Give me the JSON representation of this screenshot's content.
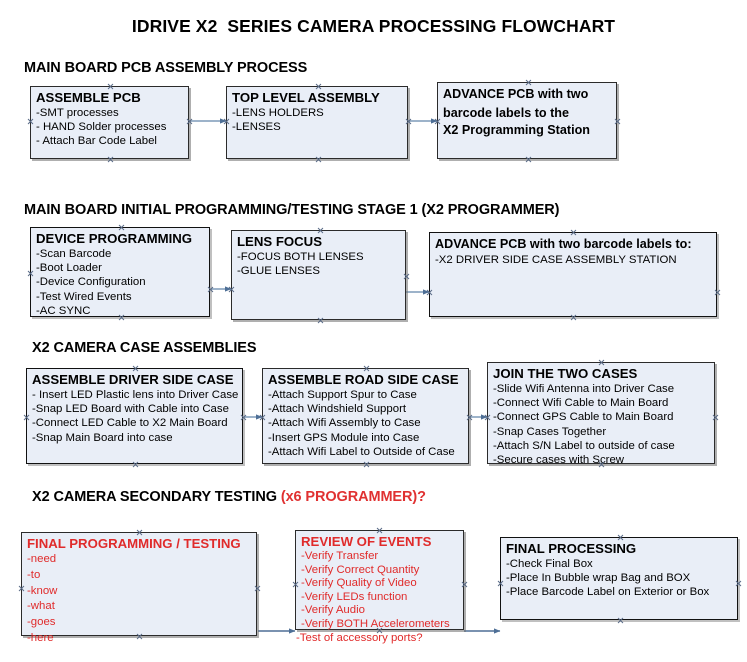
{
  "document": {
    "title": "IDRIVE X2  SERIES CAMERA PROCESSING FLOWCHART"
  },
  "colors": {
    "box_fill": "#e9eef7",
    "box_border": "#2b2b2b",
    "connector": "#6f8aa8",
    "text": "#000000",
    "accent_red": "#e02b2b"
  },
  "sections": [
    {
      "id": "main-board-pcb-assembly",
      "heading": "MAIN BOARD PCB ASSEMBLY PROCESS",
      "heading_accent": "",
      "nodes": [
        {
          "id": "assemble-pcb",
          "title": "ASSEMBLE PCB",
          "lines": [
            "-SMT processes",
            "- HAND Solder processes",
            "- Attach Bar Code Label"
          ]
        },
        {
          "id": "top-level-assembly",
          "title": "TOP LEVEL ASSEMBLY",
          "lines": [
            "-LENS HOLDERS",
            "-LENSES"
          ]
        },
        {
          "id": "advance-pcb-programming-station",
          "title": "ADVANCE PCB with two",
          "lines": [
            "barcode labels to the",
            " X2 Programming Station"
          ]
        }
      ]
    },
    {
      "id": "main-board-initial-programming",
      "heading": "MAIN BOARD INITIAL PROGRAMMING/TESTING STAGE 1 (X2 PROGRAMMER)",
      "heading_accent": "",
      "nodes": [
        {
          "id": "device-programming",
          "title": "DEVICE PROGRAMMING",
          "lines": [
            "-Scan Barcode",
            "-Boot Loader",
            "-Device Configuration",
            "-Test Wired Events",
            "-AC SYNC"
          ]
        },
        {
          "id": "lens-focus",
          "title": "LENS FOCUS",
          "lines": [
            "-FOCUS BOTH LENSES",
            "-GLUE LENSES"
          ]
        },
        {
          "id": "advance-pcb-driver-side-case",
          "title": "ADVANCE PCB with two barcode labels to:",
          "lines": [
            "-X2 DRIVER  SIDE  CASE  ASSEMBLY STATION"
          ]
        }
      ]
    },
    {
      "id": "x2-camera-case-assemblies",
      "heading": "X2 CAMERA CASE ASSEMBLIES",
      "heading_accent": "",
      "nodes": [
        {
          "id": "assemble-driver-side-case",
          "title": "ASSEMBLE DRIVER SIDE CASE",
          "lines": [
            "- Insert LED Plastic lens into Driver Case",
            "-Snap LED Board with Cable into Case",
            "-Connect LED Cable to X2 Main Board",
            "-Snap Main Board into case"
          ]
        },
        {
          "id": "assemble-road-side-case",
          "title": "ASSEMBLE ROAD SIDE CASE",
          "lines": [
            "-Attach Support Spur to Case",
            "-Attach Windshield Support",
            "-Attach Wifi Assembly to Case",
            "-Insert GPS Module into Case",
            "-Attach Wifi Label to Outside of Case"
          ]
        },
        {
          "id": "join-the-two-cases",
          "title": "JOIN THE TWO CASES",
          "lines": [
            "-Slide Wifi Antenna into Driver Case",
            "-Connect Wifi Cable to Main Board",
            "-Connect GPS Cable to Main Board",
            "-Snap Cases Together",
            "-Attach S/N Label to outside of case",
            "-Secure cases with Screw"
          ]
        }
      ]
    },
    {
      "id": "x2-camera-secondary-testing",
      "heading": "X2 CAMERA SECONDARY TESTING ",
      "heading_accent": "(x6 PROGRAMMER)?",
      "nodes": [
        {
          "id": "final-programming-testing",
          "title": "FINAL PROGRAMMING / TESTING",
          "lines": [
            "-need",
            "-to",
            "-know",
            "-what",
            "-goes",
            "-here"
          ]
        },
        {
          "id": "review-of-events",
          "title": "REVIEW OF EVENTS",
          "lines": [
            "-Verify Transfer",
            "-Verify Correct Quantity",
            "-Verify Quality of Video",
            "-Verify LEDs function",
            "-Verify Audio",
            "-Verify BOTH Accelerometers",
            "-Test of accessory ports?"
          ]
        },
        {
          "id": "final-processing",
          "title": "FINAL PROCESSING",
          "lines": [
            " -Check Final Box",
            "-Place In Bubble wrap Bag and BOX",
            "-Place Barcode Label on Exterior or Box"
          ]
        }
      ]
    }
  ]
}
